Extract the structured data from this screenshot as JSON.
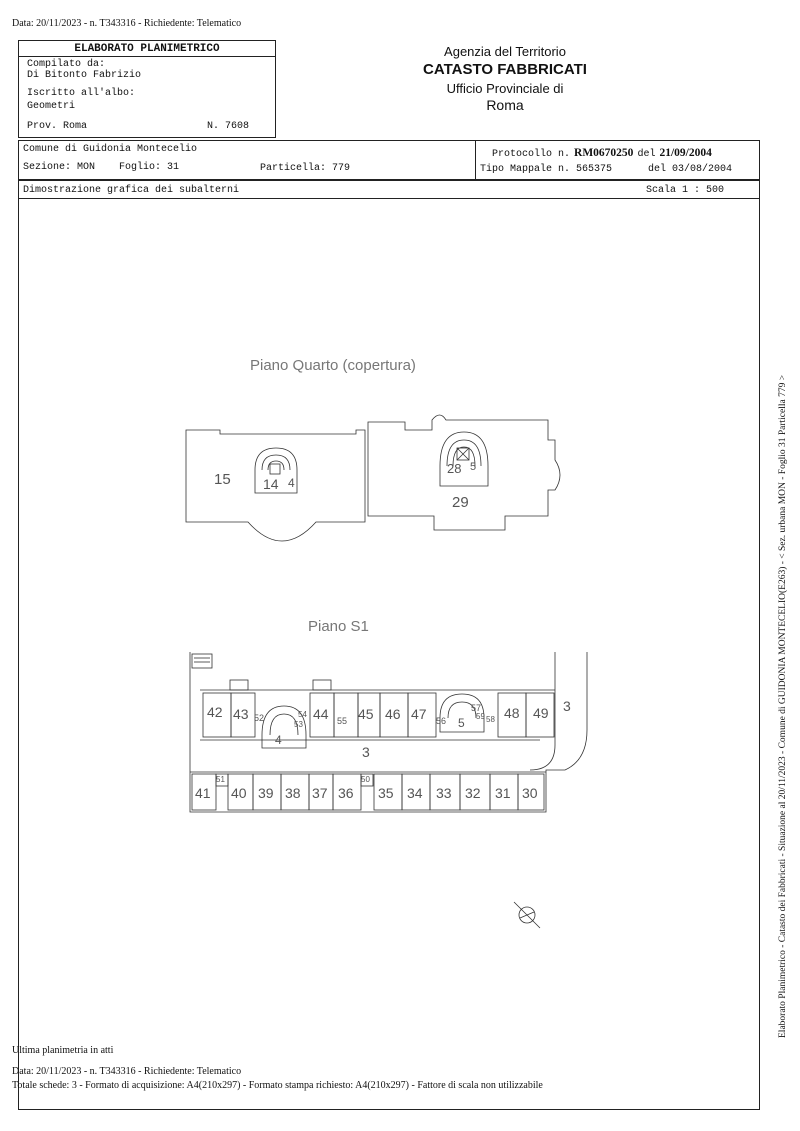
{
  "top_line": "Data: 20/11/2023 - n. T343316 - Richiedente: Telematico",
  "header_left": {
    "title": "ELABORATO PLANIMETRICO",
    "compilato_label": "Compilato da:",
    "compilato_name": "Di Bitonto Fabrizio",
    "iscritto_label": "Iscritto all'albo:",
    "iscritto_value": "Geometri",
    "prov": "Prov. Roma",
    "numero": "N.  7608"
  },
  "header_right": {
    "line1": "Agenzia del Territorio",
    "line2": "CATASTO FABBRICATI",
    "line3": "Ufficio Provinciale di",
    "line4": "Roma"
  },
  "info": {
    "comune": "Comune di Guidonia Montecelio",
    "sezione": "Sezione: MON",
    "foglio": "Foglio: 31",
    "particella": "Particella: 779",
    "protocollo_label": "Protocollo n.",
    "protocollo_value": "RM0670250",
    "protocollo_del": "del",
    "protocollo_date": "21/09/2004",
    "tipo_label": "Tipo Mappale n. 565375",
    "tipo_date": "del 03/08/2004",
    "dimostrazione": "Dimostrazione grafica dei subalterni",
    "scala": "Scala 1 : 500"
  },
  "plan": {
    "piano_quarto": "Piano Quarto (copertura)",
    "piano_s1": "Piano S1",
    "roof_labels": [
      "15",
      "14",
      "4",
      "29",
      "28",
      "5"
    ],
    "upper_units": [
      "42",
      "43",
      "52",
      "44",
      "55",
      "45",
      "46",
      "47",
      "56",
      "57",
      "48",
      "49"
    ],
    "stair_labels": [
      "4",
      "5"
    ],
    "corridor_labels": [
      "3",
      "3"
    ],
    "lower_units": [
      "41",
      "40",
      "39",
      "38",
      "37",
      "36",
      "35",
      "34",
      "33",
      "32",
      "31",
      "30"
    ],
    "small_labels": [
      "51",
      "50",
      "53",
      "54",
      "58",
      "59"
    ]
  },
  "side_text": "Elaborato Planimetrico - Catasto dei Fabbricati - Situazione al 20/11/2023 - Comune di GUIDONIA MONTECELIO(E263) - < Sez. urbana MON - Foglio 31 Particella 779 >",
  "footer": {
    "ultima": "Ultima planimetria in atti",
    "data": "Data: 20/11/2023 - n. T343316 - Richiedente: Telematico",
    "totale": "Totale schede: 3 - Formato di acquisizione: A4(210x297)  - Formato stampa richiesto: A4(210x297) - Fattore di scala non utilizzabile"
  }
}
